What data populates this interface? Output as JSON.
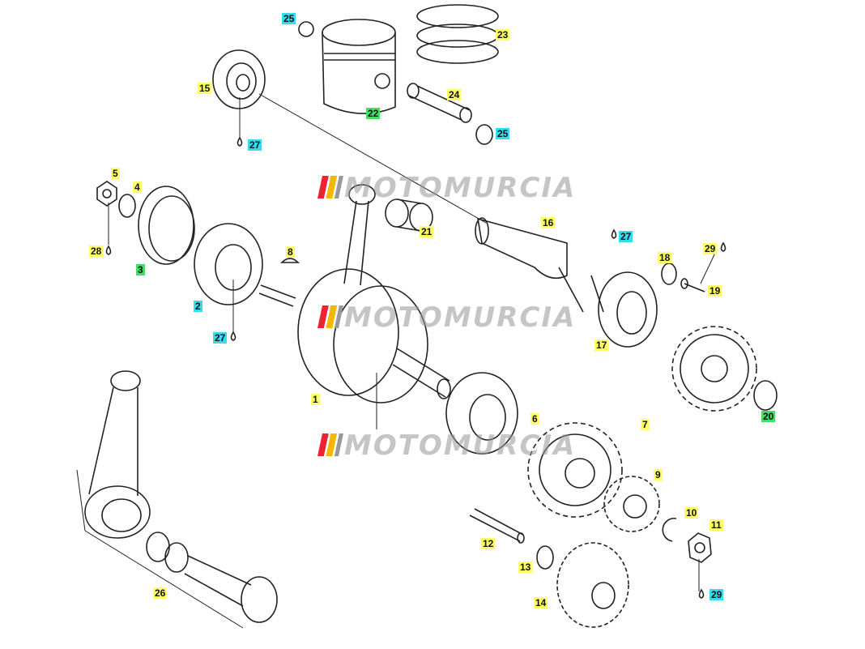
{
  "colors": {
    "yellow": "#ffff66",
    "cyan": "#33ddee",
    "green": "#44dd66",
    "line": "#222222"
  },
  "watermark": {
    "text": "MOTOMURCIA"
  },
  "parts": [
    {
      "num": "25",
      "color": "cyan"
    },
    {
      "num": "23",
      "color": "yellow"
    },
    {
      "num": "15",
      "color": "yellow"
    },
    {
      "num": "24",
      "color": "yellow"
    },
    {
      "num": "22",
      "color": "green"
    },
    {
      "num": "27",
      "color": "cyan"
    },
    {
      "num": "25",
      "color": "cyan"
    },
    {
      "num": "5",
      "color": "yellow"
    },
    {
      "num": "4",
      "color": "yellow"
    },
    {
      "num": "16",
      "color": "yellow"
    },
    {
      "num": "21",
      "color": "yellow"
    },
    {
      "num": "27",
      "color": "cyan"
    },
    {
      "num": "29",
      "color": "yellow"
    },
    {
      "num": "28",
      "color": "yellow"
    },
    {
      "num": "8",
      "color": "yellow"
    },
    {
      "num": "18",
      "color": "yellow"
    },
    {
      "num": "3",
      "color": "green"
    },
    {
      "num": "19",
      "color": "yellow"
    },
    {
      "num": "2",
      "color": "cyan"
    },
    {
      "num": "27",
      "color": "cyan"
    },
    {
      "num": "17",
      "color": "yellow"
    },
    {
      "num": "1",
      "color": "yellow"
    },
    {
      "num": "20",
      "color": "green"
    },
    {
      "num": "6",
      "color": "yellow"
    },
    {
      "num": "7",
      "color": "yellow"
    },
    {
      "num": "9",
      "color": "yellow"
    },
    {
      "num": "10",
      "color": "yellow"
    },
    {
      "num": "11",
      "color": "yellow"
    },
    {
      "num": "12",
      "color": "yellow"
    },
    {
      "num": "13",
      "color": "yellow"
    },
    {
      "num": "14",
      "color": "yellow"
    },
    {
      "num": "29",
      "color": "cyan"
    },
    {
      "num": "26",
      "color": "yellow"
    }
  ]
}
